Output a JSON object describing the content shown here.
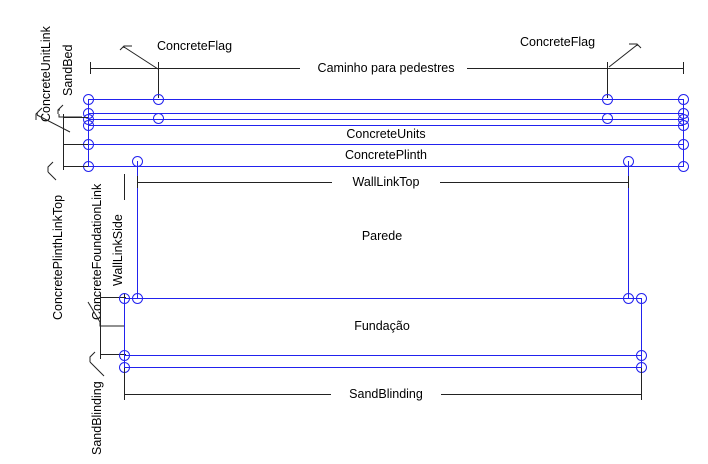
{
  "diagram": {
    "title": "Pedestrian path and wall construction cross-section",
    "colors": {
      "geometry": "#2222ee",
      "annotation": "#222222",
      "background": "#ffffff"
    },
    "labels": {
      "concrete_unit_link": "ConcreteUnitLink",
      "sand_bed": "SandBed",
      "concrete_flag_left": "ConcreteFlag",
      "concrete_flag_right": "ConcreteFlag",
      "caminho": "Caminho para pedestres",
      "concrete_units": "ConcreteUnits",
      "concrete_plinth": "ConcretePlinth",
      "concrete_plinth_link_top": "ConcretePlinthLinkTop",
      "concrete_foundation_link": "ConcreteFoundationLink",
      "wall_link_side": "WallLinkSide",
      "wall_link_top": "WallLinkTop",
      "parede": "Parede",
      "fundacao": "Fundação",
      "sand_blinding_side": "SandBlinding",
      "sand_blinding_bottom": "SandBlinding"
    },
    "layers": [
      {
        "name": "ConcreteFlag",
        "kind": "dimension",
        "orientation": "horizontal"
      },
      {
        "name": "SandBed",
        "kind": "layer",
        "orientation": "vertical-label"
      },
      {
        "name": "ConcreteUnitLink",
        "kind": "link",
        "orientation": "vertical-label"
      },
      {
        "name": "ConcreteUnits",
        "kind": "layer",
        "orientation": "horizontal"
      },
      {
        "name": "ConcretePlinth",
        "kind": "layer",
        "orientation": "horizontal"
      },
      {
        "name": "ConcretePlinthLinkTop",
        "kind": "link",
        "orientation": "vertical-label"
      },
      {
        "name": "ConcreteFoundationLink",
        "kind": "link",
        "orientation": "vertical-label"
      },
      {
        "name": "WallLinkSide",
        "kind": "link",
        "orientation": "vertical-label"
      },
      {
        "name": "WallLinkTop",
        "kind": "dimension",
        "orientation": "horizontal"
      },
      {
        "name": "Parede",
        "kind": "region",
        "orientation": "horizontal"
      },
      {
        "name": "Fundação",
        "kind": "region",
        "orientation": "horizontal"
      },
      {
        "name": "SandBlinding",
        "kind": "layer",
        "orientation": "horizontal"
      }
    ]
  }
}
